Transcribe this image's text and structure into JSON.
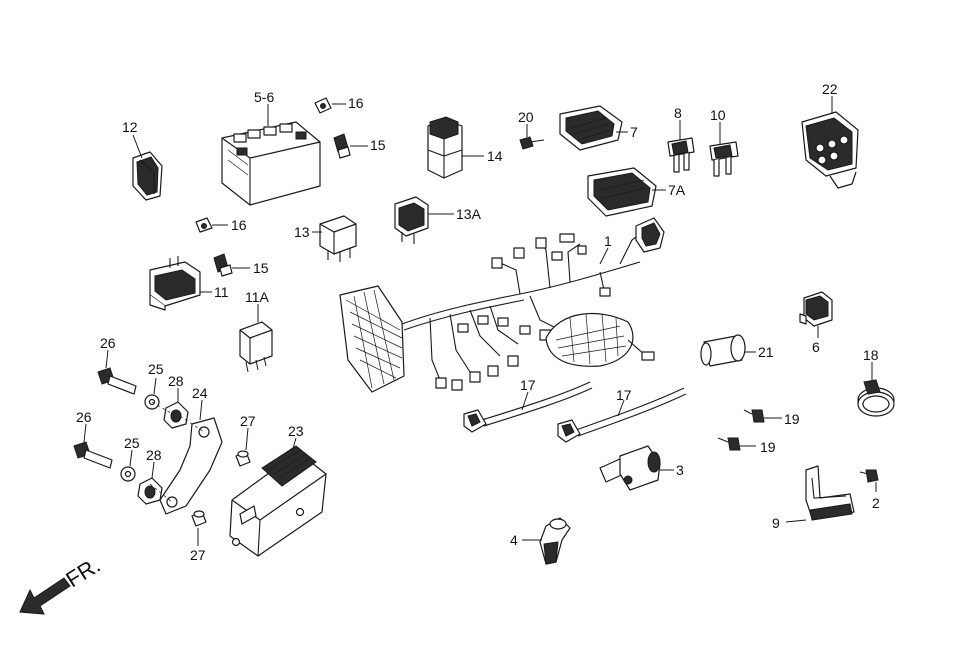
{
  "direction_label": "FR.",
  "callouts": {
    "c1": "1",
    "c2": "2",
    "c3": "3",
    "c4": "4",
    "c5_6": "5-6",
    "c6": "6",
    "c7": "7",
    "c7a": "7A",
    "c8": "8",
    "c9": "9",
    "c10": "10",
    "c11": "11",
    "c11a": "11A",
    "c12": "12",
    "c13": "13",
    "c13a": "13A",
    "c14": "14",
    "c15a": "15",
    "c15b": "15",
    "c16a": "16",
    "c16b": "16",
    "c17a": "17",
    "c17b": "17",
    "c18": "18",
    "c19a": "19",
    "c19b": "19",
    "c20": "20",
    "c21": "21",
    "c22": "22",
    "c23": "23",
    "c24": "24",
    "c25a": "25",
    "c25b": "25",
    "c26a": "26",
    "c26b": "26",
    "c27a": "27",
    "c27b": "27",
    "c28a": "28",
    "c28b": "28"
  }
}
